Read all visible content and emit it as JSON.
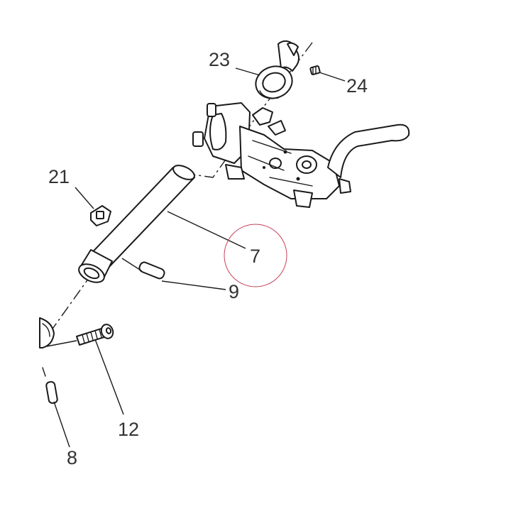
{
  "diagram": {
    "callouts": {
      "p23": "23",
      "p24": "24",
      "p21": "21",
      "p7": "7",
      "p9": "9",
      "p12": "12",
      "p8": "8"
    },
    "highlight_color": "#c8405a",
    "line_color": "#1a1a1a"
  }
}
